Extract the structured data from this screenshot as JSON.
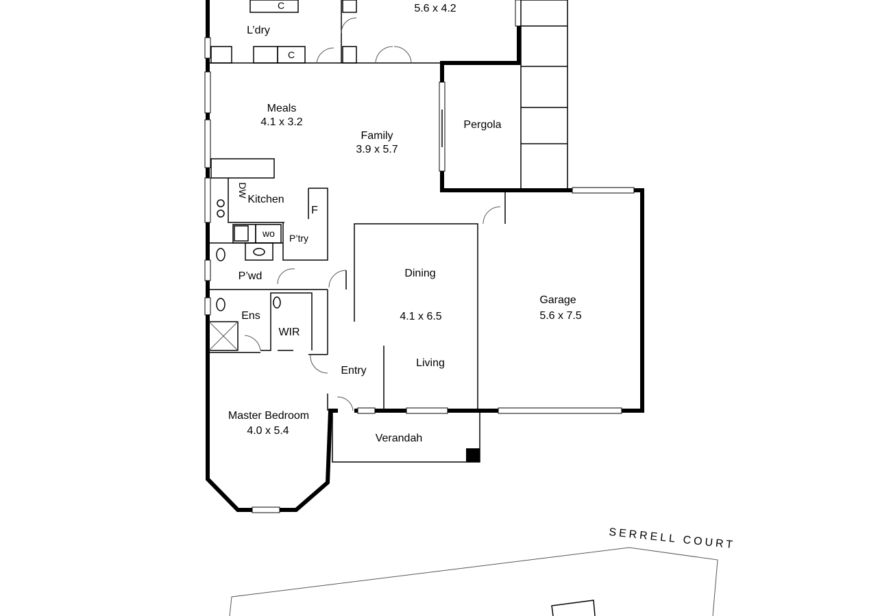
{
  "rooms": {
    "ldry": {
      "name": "L’dry"
    },
    "rumpus": {
      "dims": "5.6 x 4.2"
    },
    "meals": {
      "name": "Meals",
      "dims": "4.1 x 3.2"
    },
    "family": {
      "name": "Family",
      "dims": "3.9 x 5.7"
    },
    "pergola": {
      "name": "Pergola"
    },
    "kitchen": {
      "name": "Kitchen"
    },
    "pantry": {
      "name": "P’try"
    },
    "pwd": {
      "name": "P’wd"
    },
    "ens": {
      "name": "Ens"
    },
    "wir": {
      "name": "WIR"
    },
    "dining": {
      "name": "Dining",
      "dims": "4.1 x 6.5"
    },
    "living": {
      "name": "Living"
    },
    "entry": {
      "name": "Entry"
    },
    "garage": {
      "name": "Garage",
      "dims": "5.6 x 7.5"
    },
    "master": {
      "name": "Master Bedroom",
      "dims": "4.0 x 5.4"
    },
    "verandah": {
      "name": "Verandah"
    }
  },
  "fixtures": {
    "cupboard_top": "C",
    "cupboard_bottom": "C",
    "dishwasher": "DW",
    "fridge": "F",
    "wall_oven": "WO"
  },
  "site": {
    "street": "SERRELL COURT"
  }
}
